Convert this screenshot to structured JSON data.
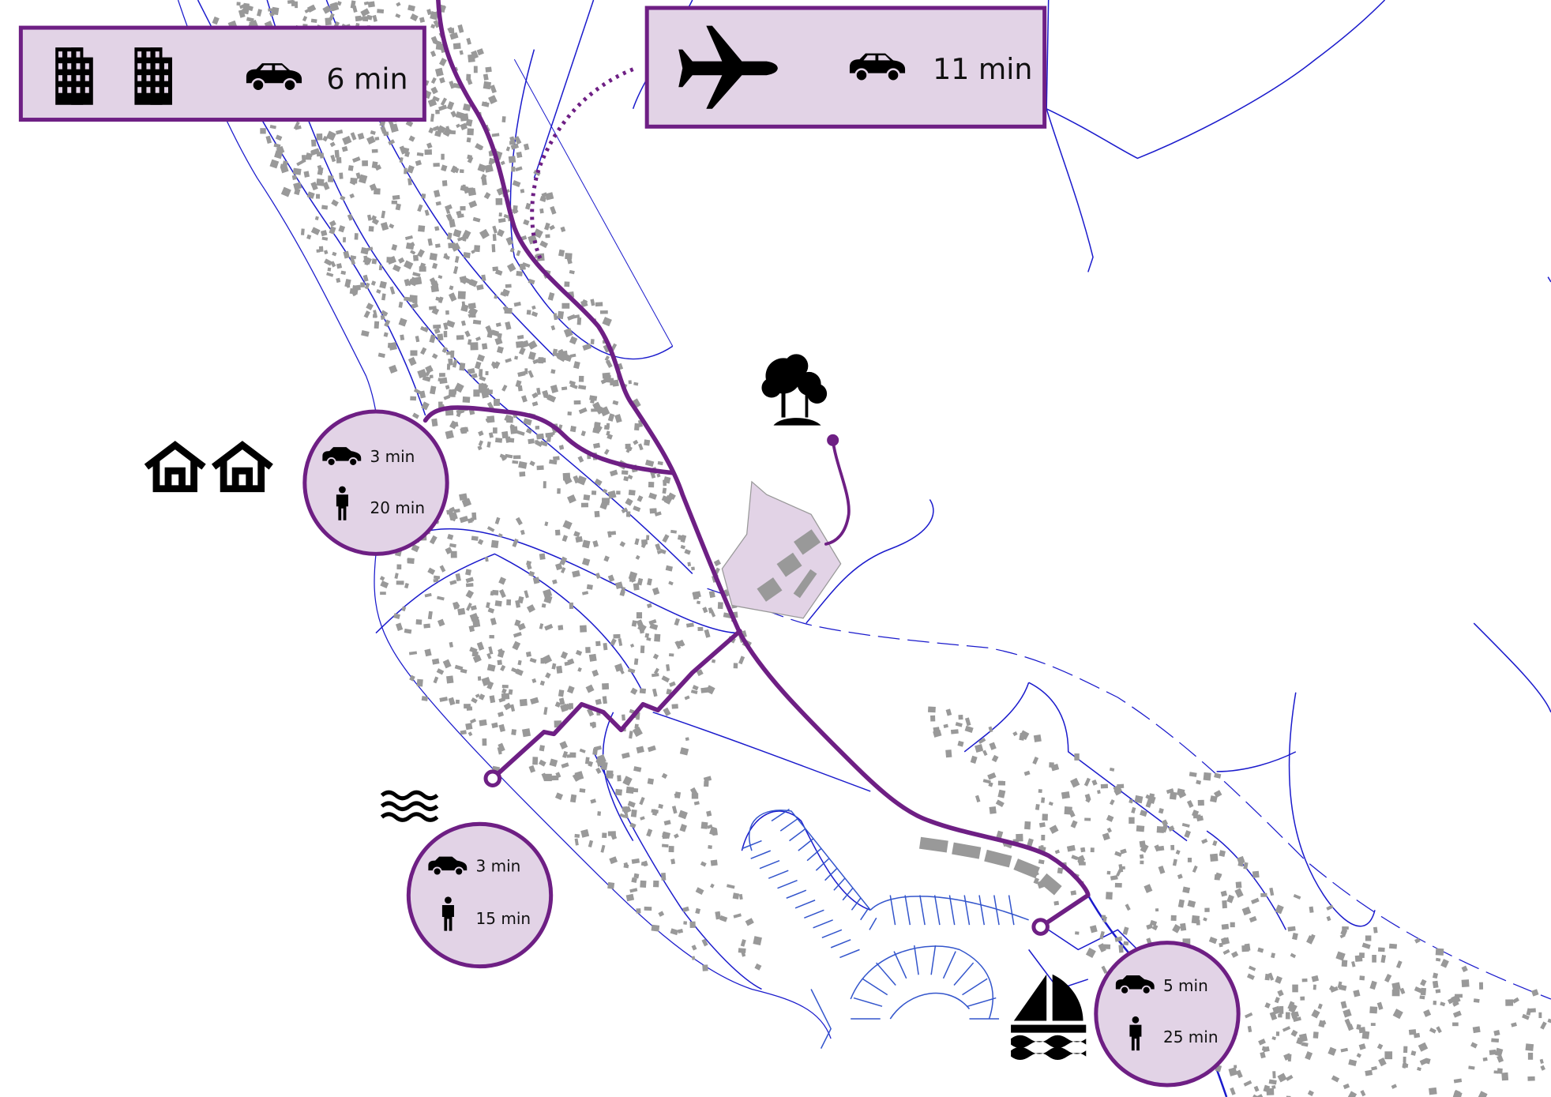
{
  "colors": {
    "route": "#6e1f84",
    "panel": "#e2d3e6",
    "road": "#1a1acc",
    "building": "#999999"
  },
  "city_panel": {
    "icon": "buildings-icon",
    "mode": "car-icon",
    "time": "6 min"
  },
  "airport_panel": {
    "icon": "airplane-icon",
    "mode": "car-icon",
    "time": "11 min"
  },
  "residential": {
    "icon": "houses-icon",
    "car_time": "3 min",
    "walk_time": "20 min"
  },
  "beach": {
    "icon": "waves-icon",
    "car_time": "3 min",
    "walk_time": "15 min"
  },
  "marina": {
    "icon": "sailboat-icon",
    "car_time": "5 min",
    "walk_time": "25 min"
  },
  "park": {
    "icon": "trees-icon"
  }
}
